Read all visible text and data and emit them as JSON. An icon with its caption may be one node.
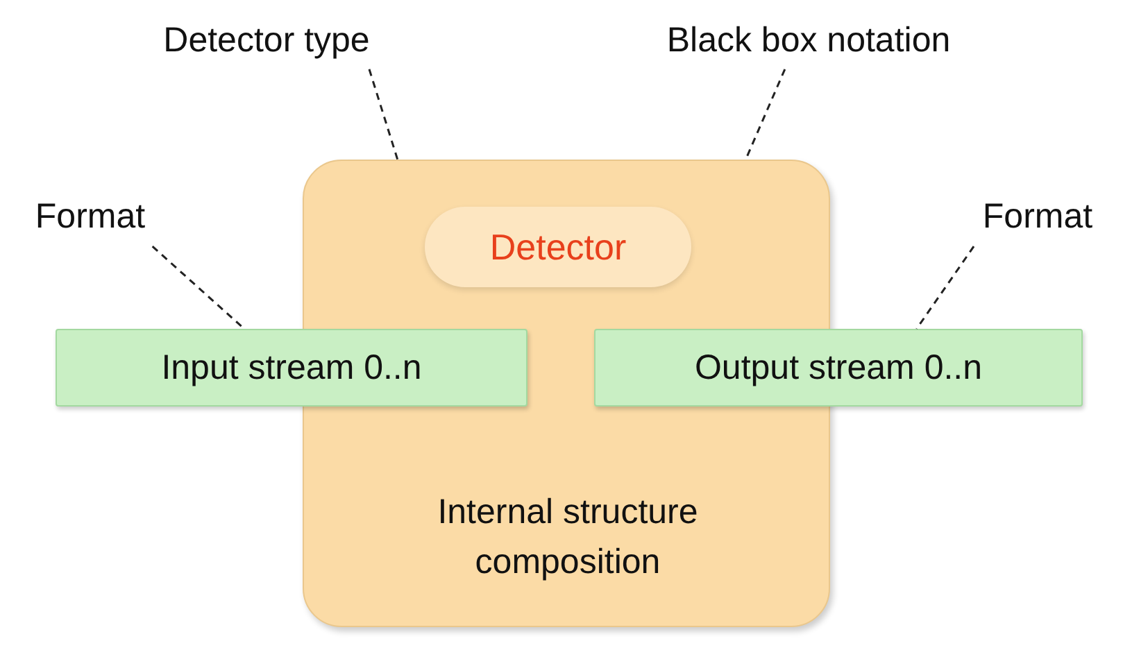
{
  "diagram": {
    "nodes": [
      {
        "text": [
          "Detector type"
        ]
      },
      {
        "text": [
          "Black box notation"
        ]
      },
      {
        "text": [
          "Internal structure composition"
        ]
      },
      {
        "text": [
          "Detector"
        ],
        "in": 2
      },
      {
        "text": [
          "Format"
        ]
      },
      {
        "text": [
          "Input stream 0..n"
        ]
      },
      {
        "text": [
          "Format"
        ]
      },
      {
        "text": [
          "Output stream 0..n"
        ]
      }
    ],
    "edges": [
      {
        "from": 0,
        "to": 2,
        "arrow": "none",
        "style": "dashed"
      },
      {
        "from": 1,
        "to": 2,
        "arrow": "none",
        "style": "dashed"
      },
      {
        "from": 4,
        "to": 5,
        "arrow": "none",
        "style": "dashed"
      },
      {
        "from": 6,
        "to": 7,
        "arrow": "none",
        "style": "dashed"
      }
    ]
  }
}
